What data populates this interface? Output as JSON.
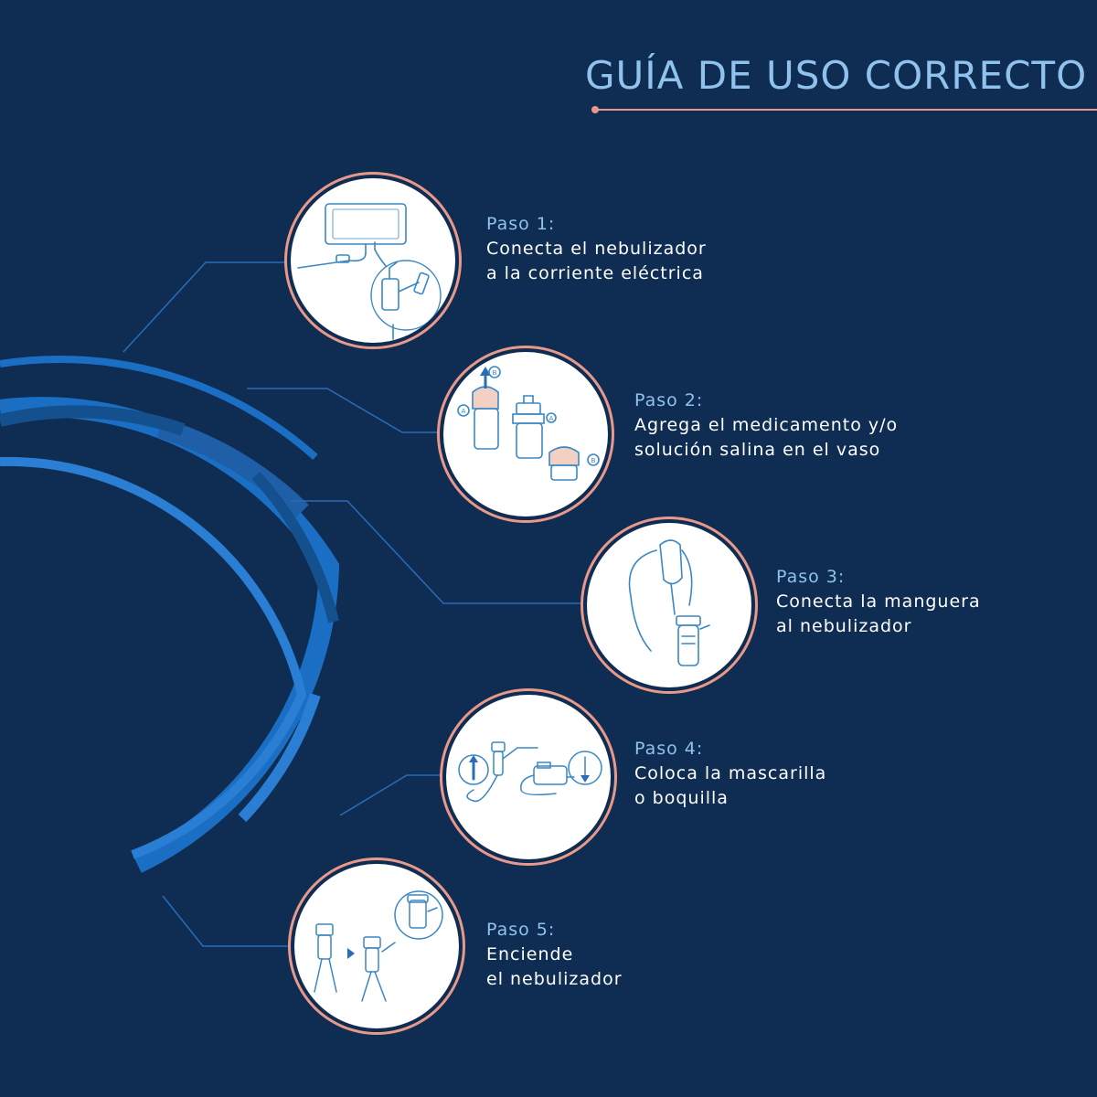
{
  "title": "GUÍA DE USO CORRECTO",
  "colors": {
    "background": "#0f2d52",
    "accent_blue": "#8fc2ec",
    "ring_blue": "#1a6fc4",
    "rule_salmon": "#e8998a"
  },
  "steps": [
    {
      "label": "Paso 1:",
      "lines": [
        "Conecta el nebulizador",
        "a la corriente eléctrica"
      ],
      "icon": "plug-in-nebulizer-icon"
    },
    {
      "label": "Paso 2:",
      "lines": [
        "Agrega el medicamento y/o",
        "solución salina en el vaso"
      ],
      "icon": "medicine-cup-icon"
    },
    {
      "label": "Paso 3:",
      "lines": [
        "Conecta la manguera",
        "al nebulizador"
      ],
      "icon": "mask-hose-icon"
    },
    {
      "label": "Paso 4:",
      "lines": [
        "Coloca la mascarilla",
        "o boquilla"
      ],
      "icon": "mask-mouthpiece-icon"
    },
    {
      "label": "Paso 5:",
      "lines": [
        "Enciende",
        "el nebulizador"
      ],
      "icon": "power-on-icon"
    }
  ],
  "illustration_marks": [
    "A",
    "B"
  ]
}
